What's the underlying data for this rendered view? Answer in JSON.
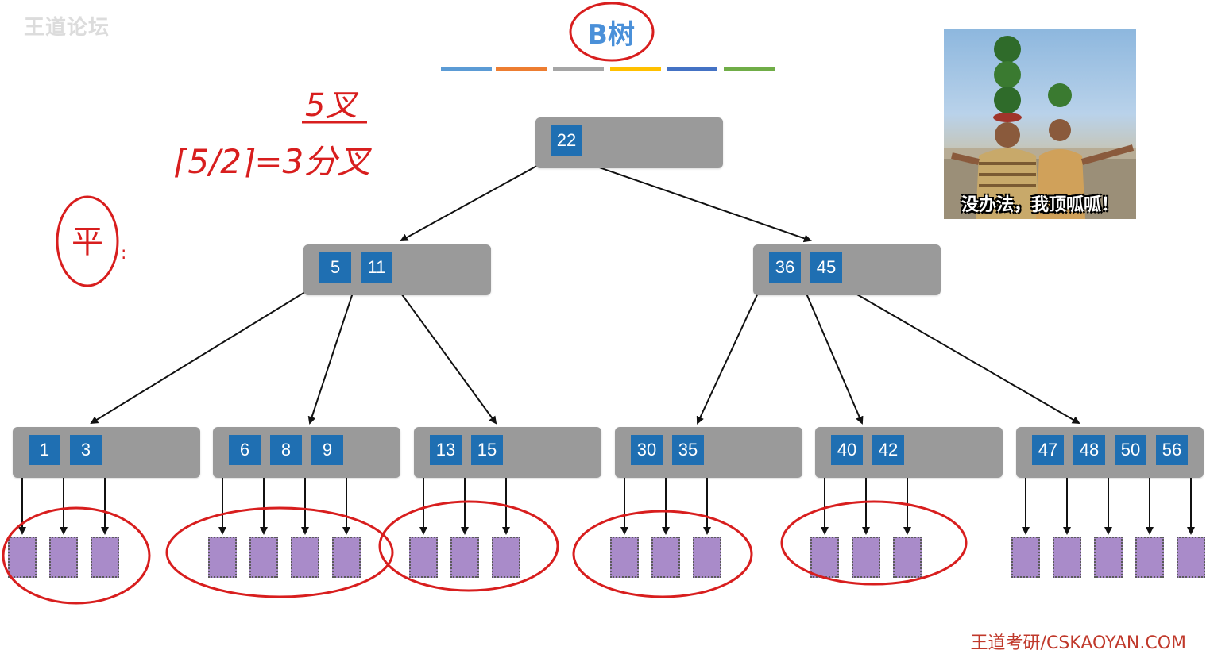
{
  "watermark": "王道论坛",
  "title": "B树",
  "stripe_colors": [
    "#5b9bd5",
    "#ed7d31",
    "#a5a5a5",
    "#ffc000",
    "#4472c4",
    "#70ad47"
  ],
  "colors": {
    "node_bg": "#9a9a9a",
    "key_bg": "#1f6fb2",
    "leaf_bg": "#a98bc9",
    "annotation_red": "#d81e1e",
    "title_blue": "#4a90d9"
  },
  "tree": {
    "root": {
      "keys": [
        "22"
      ]
    },
    "level1": [
      {
        "keys": [
          "5",
          "11"
        ]
      },
      {
        "keys": [
          "36",
          "45"
        ]
      }
    ],
    "level2": [
      {
        "keys": [
          "1",
          "3"
        ]
      },
      {
        "keys": [
          "6",
          "8",
          "9"
        ]
      },
      {
        "keys": [
          "13",
          "15"
        ]
      },
      {
        "keys": [
          "30",
          "35"
        ]
      },
      {
        "keys": [
          "40",
          "42"
        ]
      },
      {
        "keys": [
          "47",
          "48",
          "50",
          "56"
        ]
      }
    ]
  },
  "handwriting": {
    "line1": "5叉",
    "line2": "⌈5/2⌉=3分叉",
    "circled": "平"
  },
  "meme": {
    "caption": "没办法，我顶呱呱！"
  },
  "footer": "王道考研/CSKAOYAN.COM"
}
